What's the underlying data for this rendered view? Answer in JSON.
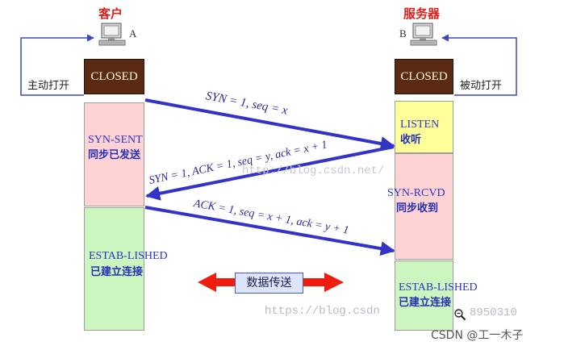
{
  "client": {
    "title": "客户",
    "pc_label": "A",
    "closed": "CLOSED",
    "open_label": "主动打开",
    "states": [
      {
        "en": "SYN-SENT",
        "cn": "同步已发送"
      },
      {
        "en": "ESTAB-LISHED",
        "cn": "已建立连接"
      }
    ]
  },
  "server": {
    "title": "服务器",
    "pc_label": "B",
    "closed": "CLOSED",
    "open_label": "被动打开",
    "states": [
      {
        "en": "LISTEN",
        "cn": "收听"
      },
      {
        "en": "SYN-RCVD",
        "cn": "同步收到"
      },
      {
        "en": "ESTAB-LISHED",
        "cn": "已建立连接"
      }
    ]
  },
  "messages": [
    "SYN = 1, seq = x",
    "SYN = 1, ACK = 1, seq = y, ack = x + 1",
    "ACK = 1, seq = x + 1, ack = y + 1"
  ],
  "data_transfer": "数据传送",
  "watermarks": [
    "http://blog.csdn.net/",
    "https://blog.csdn",
    "8950310"
  ],
  "credit": "CSDN @工一木子",
  "colors": {
    "title_red": "#e0201a",
    "arrow_blue": "#3333c8",
    "closed_brown": "#5a2a12",
    "data_arrow_red": "#f01c10"
  }
}
